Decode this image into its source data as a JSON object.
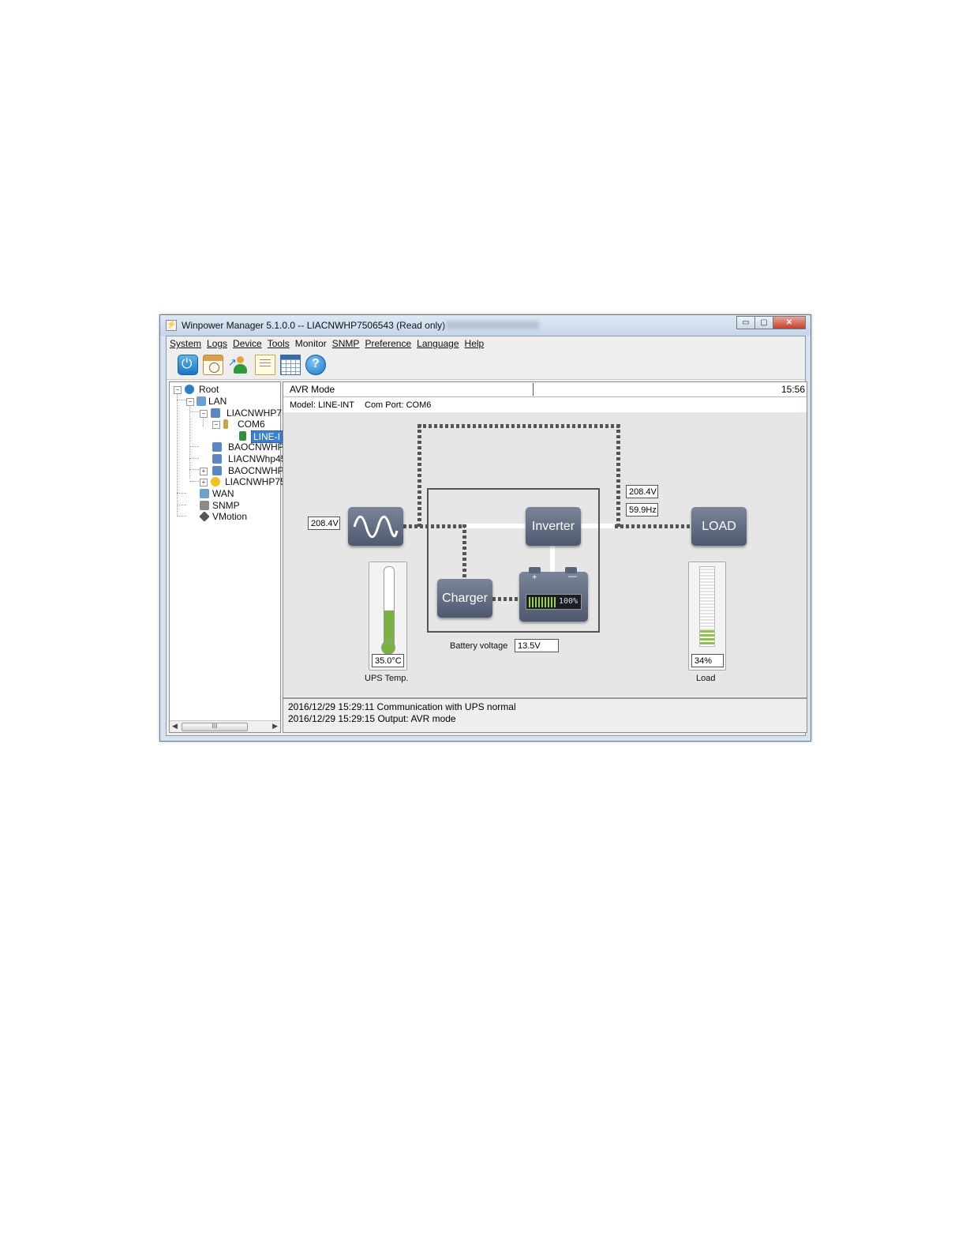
{
  "window": {
    "title": "Winpower Manager 5.1.0.0 -- LIACNWHP7506543 (Read only) --",
    "min_glyph": "▭",
    "max_glyph": "▢",
    "close_glyph": "✕"
  },
  "menu": [
    "System",
    "Logs",
    "Device",
    "Tools",
    "Monitor",
    "SNMP",
    "Preference",
    "Language",
    "Help"
  ],
  "toolbar": {
    "icons": [
      "power-icon",
      "schedule-icon",
      "user-icon",
      "list-icon",
      "grid-icon",
      "help-icon"
    ]
  },
  "tree": {
    "root": "Root",
    "lan": "LAN",
    "host1": "LIACNWHP7",
    "com": "COM6",
    "ups": "LINE-I",
    "host2": "BAOCNWHP",
    "host3": "LIACNWhp45",
    "host4": "BAOCNWHP",
    "host5": "LIACNWHP75",
    "wan": "WAN",
    "snmp": "SNMP",
    "vmotion": "VMotion",
    "scroll_thumb": "III"
  },
  "status": {
    "mode": "AVR Mode",
    "time": "15:56"
  },
  "info": {
    "model": "Model: LINE-INT",
    "comport": "Com Port: COM6"
  },
  "diagram": {
    "input_voltage": "208.4V",
    "output_voltage": "208.4V",
    "output_frequency": "59.9Hz",
    "inverter_label": "Inverter",
    "charger_label": "Charger",
    "load_label": "LOAD",
    "battery_percent": "100%",
    "battery_plus": "+",
    "battery_minus": "—",
    "battery_voltage_label": "Battery voltage",
    "battery_voltage": "13.5V",
    "ups_temp": "35.0°C",
    "ups_temp_label": "UPS Temp.",
    "temp_level": 0.45,
    "load_percent": "34%",
    "load_label_caption": "Load",
    "load_level": 0.2,
    "colors": {
      "gauge_green": "#7bb342",
      "block": "#5a6479"
    }
  },
  "log": [
    "2016/12/29 15:29:11  Communication with UPS normal",
    "2016/12/29 15:29:15  Output: AVR mode"
  ]
}
